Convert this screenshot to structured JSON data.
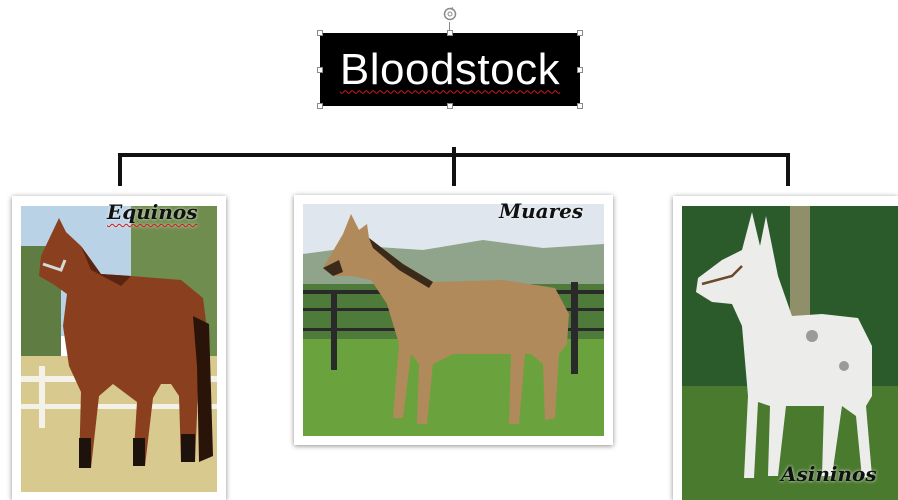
{
  "diagram": {
    "title": "Bloodstock",
    "branches": [
      {
        "id": "equinos",
        "label": "Equinos",
        "image": "bay-horse-photo"
      },
      {
        "id": "muares",
        "label": "Muares",
        "image": "mule-photo"
      },
      {
        "id": "asininos",
        "label": "Asininos",
        "image": "white-donkey-photo"
      }
    ]
  },
  "colors": {
    "title_background": "#000000",
    "title_text": "#ffffff",
    "connector": "#111111",
    "spellcheck_underline": "#d11b1b"
  },
  "icons": {
    "rotate": "rotate-handle-icon"
  }
}
